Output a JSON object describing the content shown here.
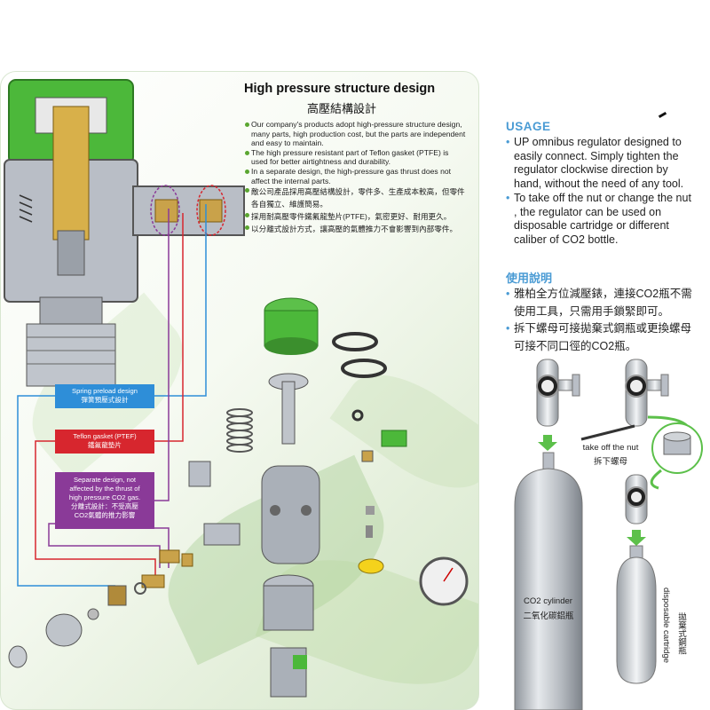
{
  "left": {
    "title_en": "High pressure structure design",
    "title_zh": "高壓結構設計",
    "bullets": [
      "Our company's products adopt high-pressure structure design, many parts, high production cost, but the parts are independent and easy to maintain.",
      "The high pressure resistant part of Teflon gasket (PTFE) is used for better airtightness and durability.",
      "In a separate design, the high-pressure gas thrust does not affect the internal parts.",
      "敵公司產品採用高壓結構設計，零件多、生產成本較高，但零件各自獨立、維護簡易。",
      "採用耐高壓零件鐵氟龍墊片(PTFE)，氣密更好、耐用更久。",
      "以分離式設計方式，讓高壓的氣體推力不會影響到內部零件。"
    ],
    "callouts": {
      "spring_en": "Spring preload design",
      "spring_zh": "彈簧預壓式設計",
      "teflon_en": "Teflon gasket (PTEF)",
      "teflon_zh": "鐵氟龍墊片",
      "separate_en_1": "Separate design, not",
      "separate_en_2": "affected by the thrust of",
      "separate_en_3": "high pressure CO2 gas.",
      "separate_zh_1": "分離式設計：不受高壓",
      "separate_zh_2": "CO2氣體的推力影響"
    }
  },
  "right": {
    "usage_title": "USAGE",
    "usage_items": [
      "UP omnibus regulator designed to easily connect. Simply tighten the regulator clockwise direction by hand, without the need of any tool.",
      "To take off the nut or change the nut , the regulator can be used on disposable cartridge or different caliber of CO2 bottle."
    ],
    "zh_title": "使用說明",
    "zh_items": [
      "雅柏全方位減壓錶，連接CO2瓶不需使用工具，只需用手鎖緊即可。",
      "拆下螺母可接拋棄式鋼瓶或更換螺母可接不同口徑的CO2瓶。"
    ],
    "take_off_en": "take off the nut",
    "take_off_zh": "拆下螺母",
    "cylinder_en": "CO2 cylinder",
    "cylinder_zh": "二氧化碳鋁瓶",
    "cartridge_en": "disposable cartridge",
    "cartridge_zh": "拋棄式鋼瓶"
  },
  "colors": {
    "green": "#5aa630",
    "blue": "#2e8ed8",
    "red": "#d7262e",
    "purple": "#8a3a98",
    "usage_blue": "#4a9bd4"
  }
}
